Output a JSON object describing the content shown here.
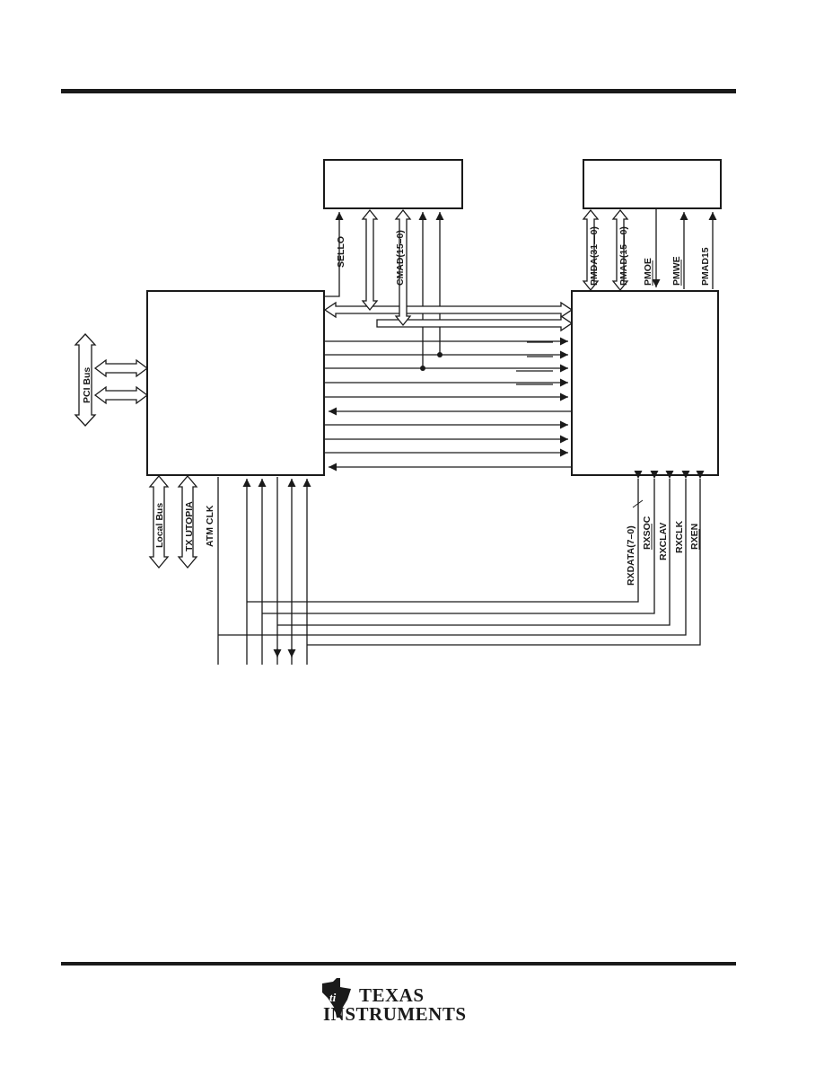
{
  "labels": {
    "sello": "SELLO",
    "cmad": "CMAD(15–0)",
    "pmda": "PMDA(31—0)",
    "pmad_bus": "PMAD(15—0)",
    "pmoe": "PMOE",
    "pmwe": "PMWE",
    "pmad15": "PMAD15",
    "pci_bus": "PCI Bus",
    "local_bus": "Local Bus",
    "tx_utopia": "TX UTOPIA",
    "atm_clk": "ATM CLK",
    "rxdata": "RXDATA(7–0)",
    "rxsoc": "RXSOC",
    "rxclav": "RXCLAV",
    "rxclk": "RXCLK",
    "rxen": "RXEN"
  },
  "logo": {
    "line1": "TEXAS",
    "line2": "INSTRUMENTS"
  },
  "colors": {
    "ink": "#1a1a1a",
    "background": "#ffffff"
  }
}
